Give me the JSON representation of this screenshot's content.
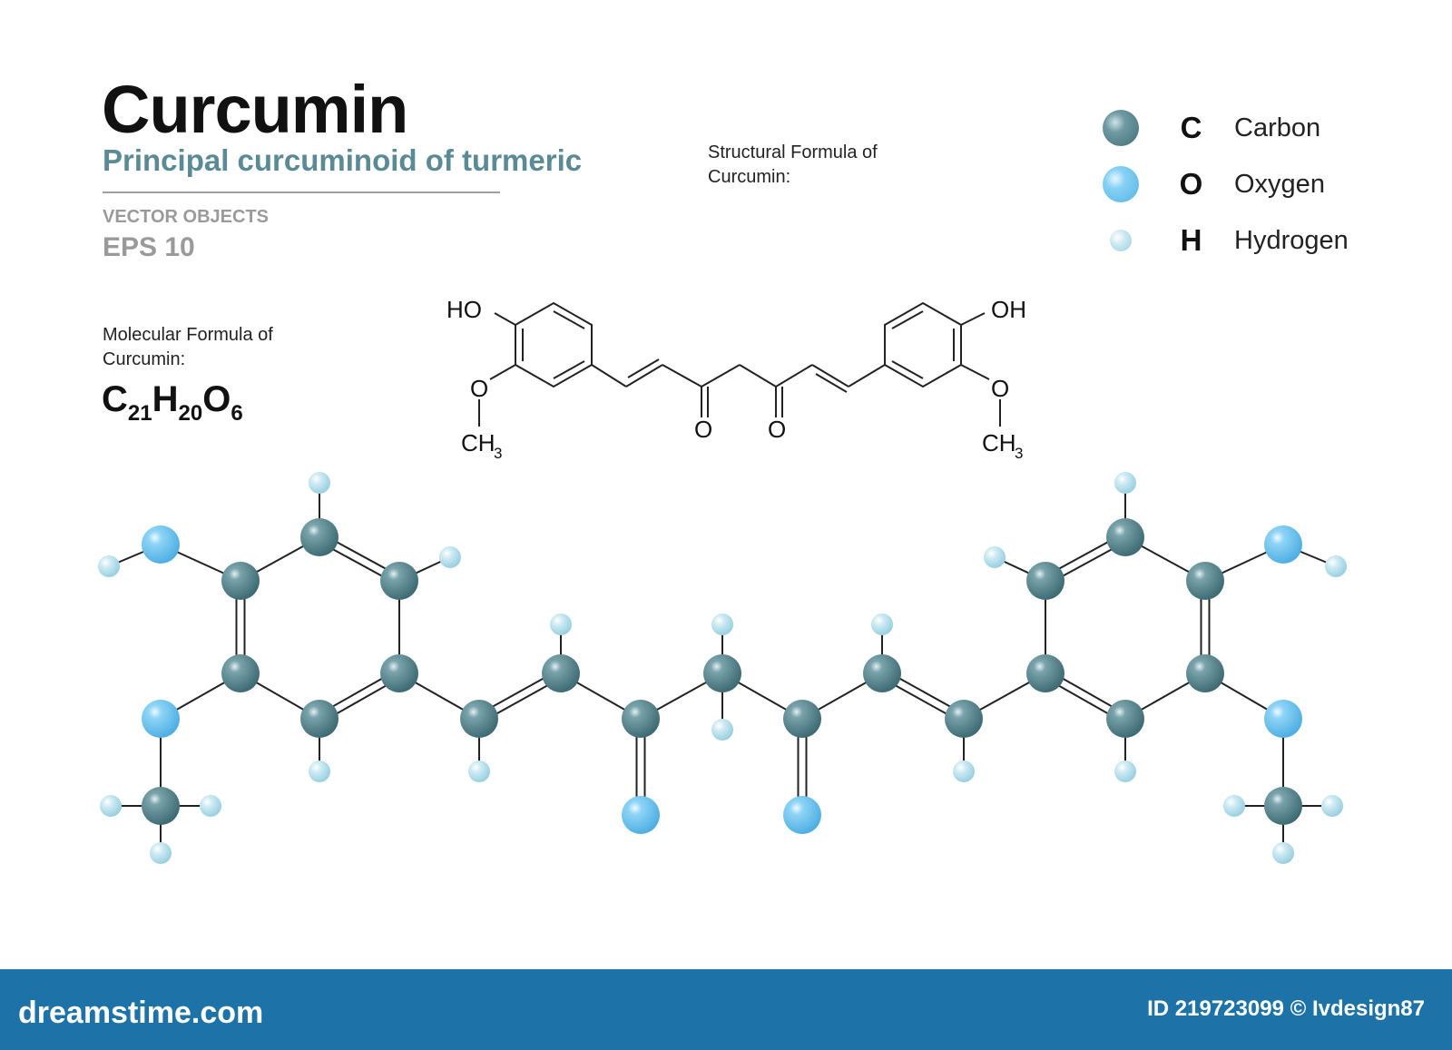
{
  "header": {
    "title": "Curcumin",
    "subtitle": "Principal curcuminoid of turmeric",
    "vector_label": "VECTOR OBJECTS",
    "eps_label": "EPS 10"
  },
  "molecular": {
    "label_line1": "Molecular Formula of",
    "label_line2": "Curcumin:",
    "formula": {
      "C": "C",
      "c_count": "21",
      "H": "H",
      "h_count": "20",
      "O": "O",
      "o_count": "6"
    }
  },
  "structural": {
    "label_line1": "Structural  Formula of",
    "label_line2": "Curcumin:",
    "atoms": {
      "ho_left": "HO",
      "oh_right": "OH",
      "o_left": "O",
      "o_right": "O",
      "o_keto1": "O",
      "o_keto2": "O",
      "ch_left": "CH",
      "ch_right": "CH",
      "sub3_left": "3",
      "sub3_right": "3"
    }
  },
  "legend": [
    {
      "symbol": "C",
      "name": "Carbon",
      "color": "#4f7f88"
    },
    {
      "symbol": "O",
      "name": "Oxygen",
      "color": "#6cc3ef"
    },
    {
      "symbol": "H",
      "name": "Hydrogen",
      "color": "#b8e0ec"
    }
  ],
  "footer": {
    "brand": "dreamstime.com",
    "id_text": "ID 219723099 © Ivdesign87",
    "color": "#1d73a8"
  }
}
